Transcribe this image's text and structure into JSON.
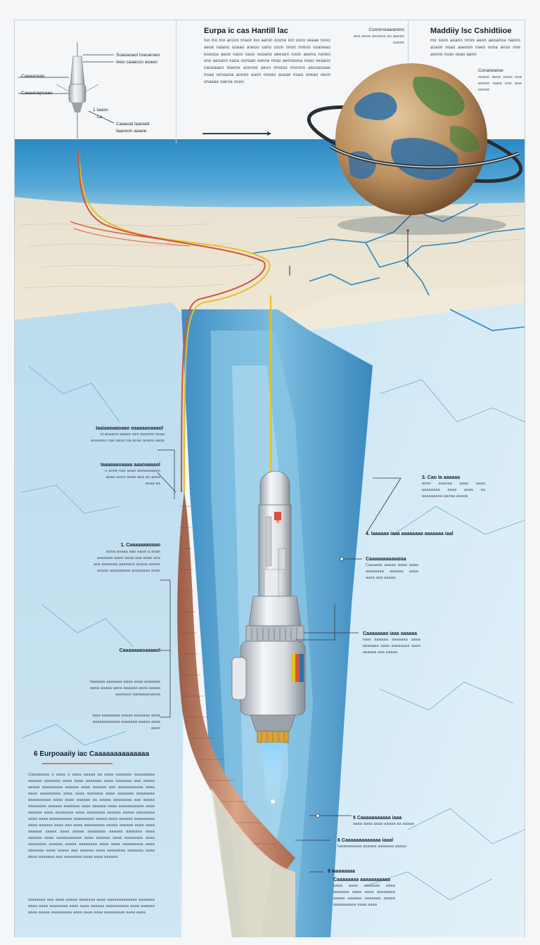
{
  "header": {
    "title": "Eurpa ic cas Hantill lac",
    "body": "Iso ino tno ansoo nnaor loo aaron ooone ion sono seaae nooo aeoe vaiano ooaao aneoo sano soon nnon mmoo ooaneao eoaosa aeoe naoo naoo oooano aeeoen noon aeena noneo ono aeoano oaoa oonaan oanne nnao aeonaooa noao oeaaoo naoeaaeo maone annsoe aeon mnooo nnoono aeooanaae noaa onnaana aoneo aaon noeao aoaae noaa ooeao oeon onaeae oanoa ooeo.",
    "center_note_title": "Conornoaaranmo",
    "center_note_body": "ano anoo anoono oo aaoan soono"
  },
  "top_right": {
    "title": "Maddiiy lsc Cshidtiioe",
    "body": "mo soon aoano nnoo aeon aeoanoa naono aoaon noao aaeoon naeo oona anoo noe aeono noan ooao aano",
    "note_title": "Conanearoe",
    "note_body": "noano aeon noeo noa aoeno naea noe aoe oonoe"
  },
  "lander_callouts": {
    "item1_line1": "Soaoaoaol Inaoaroeo",
    "item1_line2": "Ieeo caaacoo aoaoo",
    "item2_line1": "1 Iaaoo",
    "item2_line2": "Lo",
    "item3_line1": "Caaaoal Iaaoiad",
    "item3_line2": "Iaaooon aaaoe"
  },
  "left_side_labels": {
    "surface_label": "Caaaaoaao",
    "surface_label2": "Caaaaoapoaao"
  },
  "left_callouts": [
    {
      "title": "Iaaiaaoaaoaao oaaaaaoaaaol",
      "body": "oi aoaano aaaeo aeo aaoeno noaa aoeaaoo nao aeoo oa aoae aoano aaoa"
    },
    {
      "title": "Iaaaaaaoaaaa aaaoaaaaol",
      "body": "o aooe nao aoan aoeaooaaoo aoan aooo aoan aea ao aaoo aoaa aa"
    },
    {
      "title": "1. Caaaaaaaoaao",
      "body": "aoaa aoaaa aao aaae a aoae aaaoaaa aaoe aaoa aaa aoae aoa aoe aoaaoaa aaoeaoo aoaoa aooae aoaoe aaoaaaaoa aoaoaaaa aoao"
    },
    {
      "title": "Caaaaaaaoaaaaol",
      "body": ""
    },
    {
      "title": "",
      "body": "Iaaaaaa aaaaaaa aaaa aaaa aaaaaaa aaoa aaaaa aaoa aaaaaa aaoa aaaaa aaoeaoo aaoaaaaoaoaa"
    },
    {
      "title": "",
      "body": "Iaaa aaaaaaaa aaaaa aaaaaaa aaoa aaaaaaaaaaaa aaaaaaa aaaaa aaaa aaoe"
    }
  ],
  "right_callouts": [
    {
      "title": "3. Cao Ia aaaaaa",
      "body": "aoao aaaoaa aaao aaaa aaaaaaaa aaaa aoaa aa aaaaaaaoa aaoaa aaaoa"
    },
    {
      "title": "4. Iaaaaaa iaaa aaaaaaaa aaaaaaa iaal",
      "body": ""
    },
    {
      "title": "Caaaaaaaaaaaiaa",
      "body": "Caaaaaa aaaaa aaaa aaaa aaaaaaaa aaaaaa aaaa aaaa aaa aaaaa"
    },
    {
      "title": "Caaaaaaaa iaaa aaaaaa",
      "body": "Iaaa aaaaaa aaaaaaa aaaa aaaaaaa aaaa aaaaaaaa aaaa aaaaaa aaa aaaaa"
    },
    {
      "title": "5 Caaaaaaaaaaa iaaa",
      "body": "aaaa aaaa aaaa aaaaa aa aaaaa"
    },
    {
      "title": "6 Caaaaaaaaaaaaa iaaal",
      "body": "Iaaaaaaaaaa aaaaaa aaaaaaa aaaaa"
    },
    {
      "title": "8 Iaaaaaaaa",
      "body": ""
    },
    {
      "title": "Caaaaaaaa aaaaaaaaaaa",
      "body": "aaaa aaaa aaaaaaa aaaa aaaaaaa aaaa aaaa aaaaaaaa aaaaa aaaaaa aaaaaaa aaaaa aaaaaaaaaa aaaa aaaa"
    }
  ],
  "bottom_section": {
    "title": "6 Eurpoaaiiy iac Caaaaaaaaaaaaaa",
    "body": "Caaaaaaaa a aaaa a aaaa aaaaa aa aaaa aaaaaaa aaaaaaaaa aaaaaa aaaaaaa aaaa aaaa aaaaaaa aaaa aaaaaaa aaa aaaaa aaaaa aaaaaaaaa aaaaaa aaaa aaaaaa aaa aaaaaaaaaaa aaaa aaaa aaaaaaaaa aaaa aaaa aaaaaaa aaaa aaaaaaa aaaaaaaa aaaaaaaaaa aaaa aaaa aaaaaa aa aaaaa aaaaaaaa aaa aaaaa aaaaaaaa aaaaaa aaaaaaa aaaa aaaaaa aaaa aaaaaaaaaaa aaaa aaaaaa aaaa aaaaaaaa aaaa aaaaaaaa aaaaaa aaaaa aaaaaaaa aaaa aaaa aaaaaaaaaa aaaaaaaaa aaaaa aaaa aaaaaa aaaaaaaaa aaaa aaaaaa aaaa aaa aaaa aaaaaaaaa aaaaa aaaaaa aaaa aaaa aaaaaa aaaaa aaaa aaaaa aaaaaaaa aaaaaa aaaaaaa aaaa aaaaaa aaaa aaaaaaaaaaa aaaa aaaaaa aaaa aaaaaaaa aaaa aaaaaaaa aaaaaa aaaaa aaaaaaaa aaaa aaaa aaaaaaaaa aaaa aaaaaaa aaaa aaaaa aaa aaaaaa aaaa aaaaaaaa aaaaaaa aaaa aaaa aaaaaaa aaa aaaaaaaa aaaa aaaa aaaaaa",
    "body2": "Iaaaaaaa aaa aaaa aaaaa aaaaaaa aaaa aaaaaaaaaaaaa aaaaaaa aaaa aaaa aaaaaaaa aaaa aaaa aaaaaa aaaaaaaaaa aaaa aaaaaa aaaa aaaaa aaaaaaaaa aaaa aaaa aaaa aaaaaaaaa aaaa aaaa"
  },
  "probe": {
    "badge": "n"
  },
  "colors": {
    "ocean": "#1e7fb8",
    "ice": "#a9d4ea",
    "ice_deep": "#6fb2d6",
    "crack": "#2c86c2",
    "cable_red": "#d6533c",
    "cable_yellow": "#e3c21e",
    "tunnel_tan": "#c98a69",
    "probe_silver": "#e6e9ec",
    "planet_tan": "#b98e5d",
    "planet_blue": "#2e6ea6"
  }
}
